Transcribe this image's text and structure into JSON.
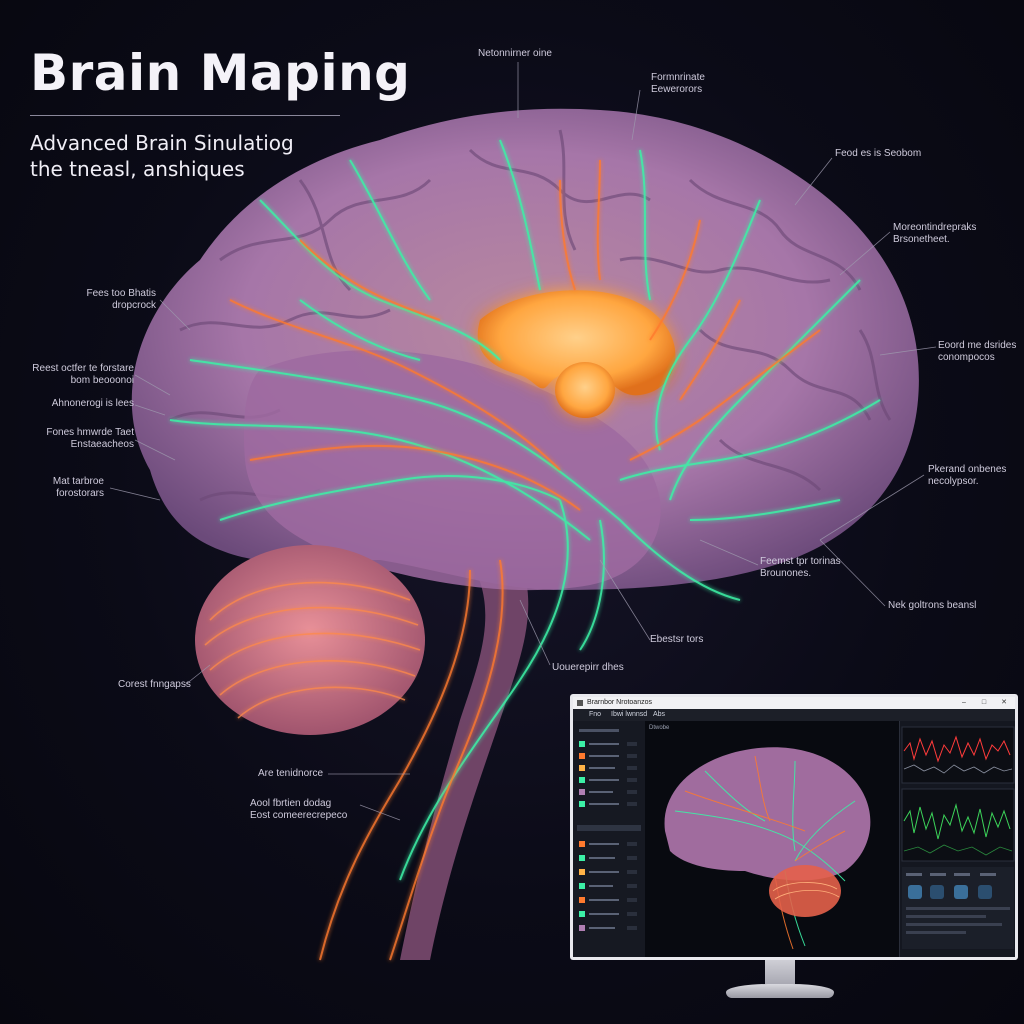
{
  "title": "Brain Maping",
  "subtitle": {
    "line1": "Advanced Brain Sinulatiog",
    "line2": "the tneasl, anshiques"
  },
  "callouts": {
    "top_center": "Netonnirner oine",
    "top_right_1": [
      "Formnrinate",
      "Eewerorors"
    ],
    "top_right_2": "Feod es is Seobom",
    "right_1": [
      "Moreontindrepraks",
      "Brsonetheet."
    ],
    "right_2": [
      "Eoord me dsrides",
      "conompocos"
    ],
    "right_3": [
      "Pkerand onbenes",
      "necolypsor."
    ],
    "right_4": "Nek goltrons beansl",
    "mid_1": [
      "Feemst tpr torinas",
      "Brounones."
    ],
    "mid_2": "Ebestsr tors",
    "mid_3": "Uouerepirr dhes",
    "left_1": [
      "Fees too Bhatis",
      "dropcrock"
    ],
    "left_2": [
      "Reest octfer te forstare",
      "bom beooonoi"
    ],
    "left_3": "Ahnonerogi is lees",
    "left_4": [
      "Fones hmwrde Taet",
      "Enstaeacheos"
    ],
    "left_5": [
      "Mat tarbroe",
      "forostorars"
    ],
    "left_6": "Corest fnngapss",
    "bottom_1": "Are tenidnorce",
    "bottom_2": [
      "Aool fbrtien dodag",
      "Eost comeerecrepeco"
    ]
  },
  "monitor": {
    "window_title": "Brarnbor Nrotoanzos",
    "menu": [
      "Fno",
      "Ibwi lwnnsd",
      "Abs"
    ],
    "view_label": "Dtwobe",
    "controls": [
      "□",
      "✕"
    ]
  },
  "colors": {
    "background": "#0b0b17",
    "brain": "#b07fb3",
    "neural_green": "#3cf0a6",
    "neural_orange": "#ff7a2e",
    "core_glow": "#ffb347"
  }
}
